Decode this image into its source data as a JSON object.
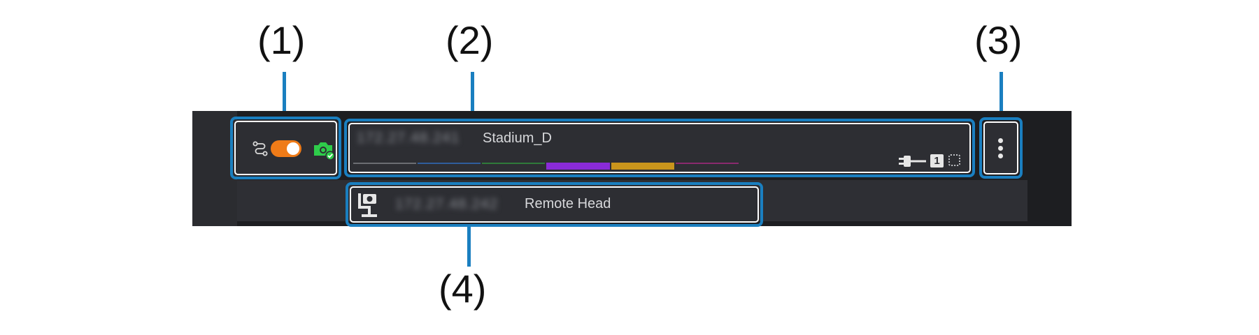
{
  "callouts": [
    "(1)",
    "(2)",
    "(3)",
    "(4)"
  ],
  "status": {
    "route_toggle_on": true,
    "accent": "#ef7b18",
    "camera_status_color": "#2ecc4a",
    "icons": [
      "route-icon",
      "camera-check-icon"
    ]
  },
  "device": {
    "ip": "172.27.48.241",
    "name": "Stadium_D",
    "port_number": "1",
    "signal_segments": [
      {
        "color": "#6b6d72",
        "fill": false
      },
      {
        "color": "#2f5d9c",
        "fill": false
      },
      {
        "color": "#2f7a3a",
        "fill": false
      },
      {
        "color": "#8a2bd8",
        "fill": true
      },
      {
        "color": "#c9951c",
        "fill": true
      },
      {
        "color": "#8a2a6e",
        "fill": false
      }
    ],
    "icons": [
      "power-plug-icon",
      "port-number-icon",
      "frame-select-icon"
    ]
  },
  "menu": {
    "icon": "kebab-menu-icon"
  },
  "remote": {
    "ip": "172.27.48.242",
    "name": "Remote Head",
    "icon": "remote-head-icon"
  },
  "highlight_color": "#1a7fc0"
}
